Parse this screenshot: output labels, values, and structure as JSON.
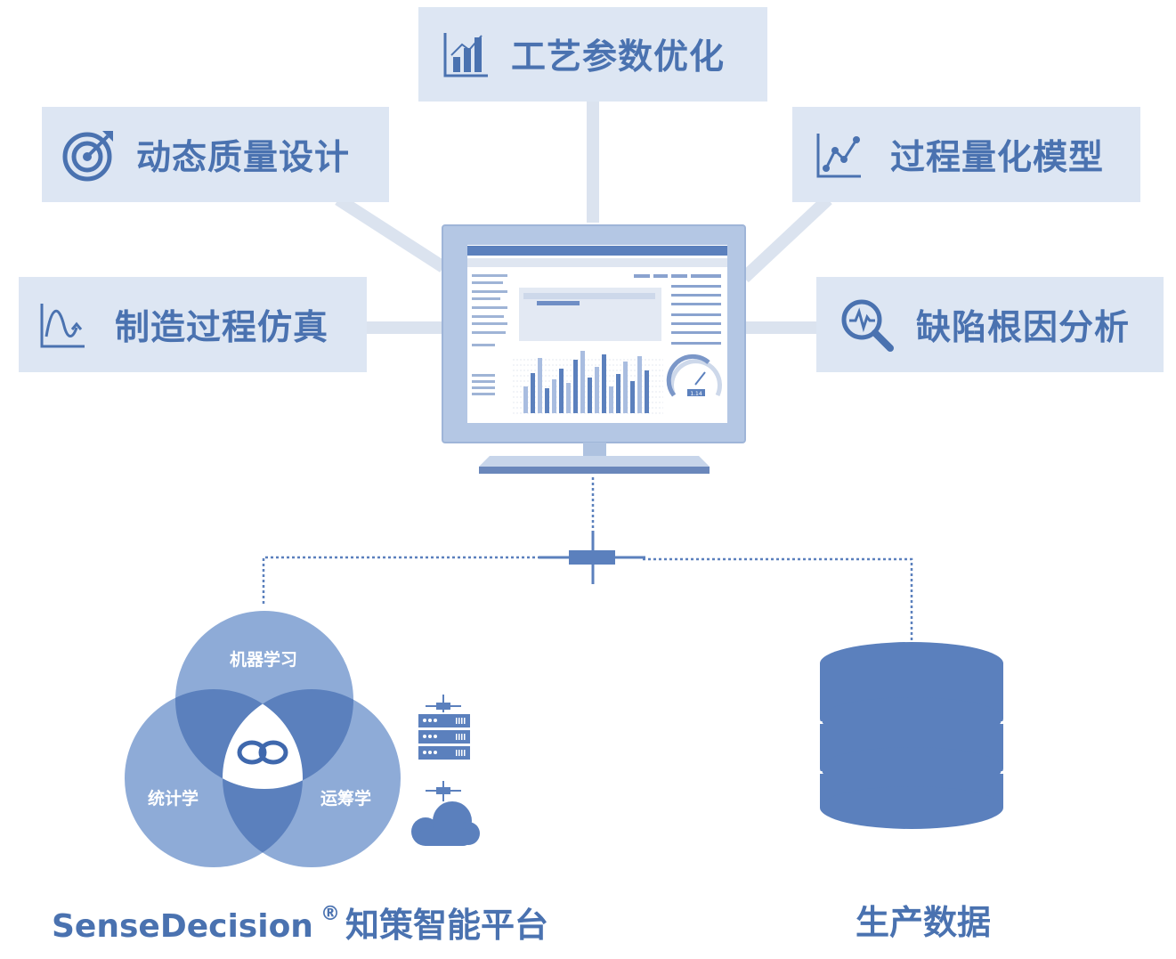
{
  "features": {
    "top": {
      "label": "工艺参数优化",
      "icon": "bar-chart-icon"
    },
    "upper_left": {
      "label": "动态质量设计",
      "icon": "target-icon"
    },
    "upper_right": {
      "label": "过程量化模型",
      "icon": "line-chart-icon"
    },
    "lower_left": {
      "label": "制造过程仿真",
      "icon": "wave-chart-icon"
    },
    "lower_right": {
      "label": "缺陷根因分析",
      "icon": "magnifier-icon"
    }
  },
  "monitor": {
    "gauge_value": "1.14"
  },
  "venn": {
    "top": "机器学习",
    "left": "统计学",
    "right": "运筹学",
    "center_icon": "infinity-icon"
  },
  "platform": {
    "name": "SenseDecision",
    "mark": "®",
    "cn": "知策智能平台"
  },
  "database": {
    "label": "生产数据",
    "icon": "database-icon"
  },
  "colors": {
    "box_bg": "#dde6f3",
    "text": "#4a72b0",
    "accent": "#5b80bd",
    "line": "#dbe3ef"
  }
}
